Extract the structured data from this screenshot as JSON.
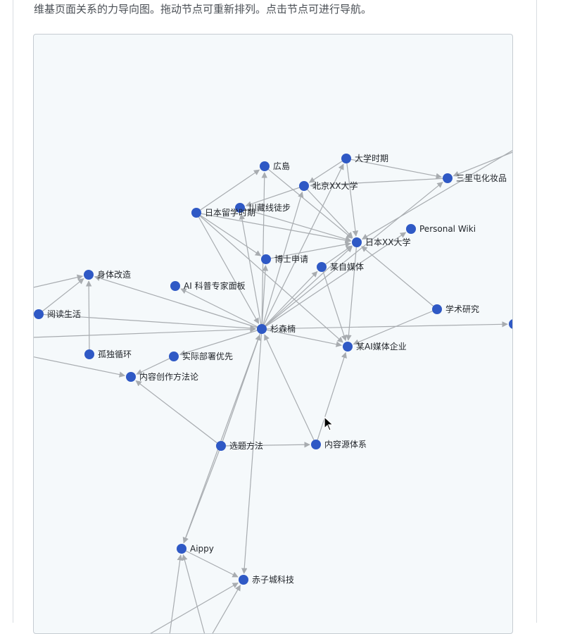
{
  "page": {
    "description": "维基页面关系的力导向图。拖动节点可重新排列。点击节点可进行导航。"
  },
  "graph": {
    "node_color": "#2f59c5",
    "edge_color": "#a8acb0",
    "panel_background": "#f5f9fb",
    "nodes": [
      {
        "id": "n-guangdao",
        "label": "広島"
      },
      {
        "id": "n-daxue",
        "label": "大学时期"
      },
      {
        "id": "n-beijing",
        "label": "北京XX大学"
      },
      {
        "id": "n-sanlitun",
        "label": "三里屯化妆品"
      },
      {
        "id": "n-chuanzang",
        "label": "川藏线徒步"
      },
      {
        "id": "n-riben-liuxue",
        "label": "日本留学时期"
      },
      {
        "id": "n-personal-wiki",
        "label": "Personal Wiki"
      },
      {
        "id": "n-riben-daxue",
        "label": "日本XX大学"
      },
      {
        "id": "n-boshi",
        "label": "博士申请"
      },
      {
        "id": "n-mouzimeiti",
        "label": "某自媒体"
      },
      {
        "id": "n-shenti",
        "label": "身体改造"
      },
      {
        "id": "n-ai-kepu",
        "label": "AI 科普专家面板"
      },
      {
        "id": "n-yuedu",
        "label": "阅读生活"
      },
      {
        "id": "n-xueshu",
        "label": "学术研究"
      },
      {
        "id": "n-shansennan",
        "label": "杉森楠"
      },
      {
        "id": "n-right-edge",
        "label": ""
      },
      {
        "id": "n-gudu",
        "label": "孤独循环"
      },
      {
        "id": "n-shiji",
        "label": "实际部署优先"
      },
      {
        "id": "n-ai-meiti",
        "label": "某AI媒体企业"
      },
      {
        "id": "n-neirong-chuangzuo",
        "label": "内容创作方法论"
      },
      {
        "id": "n-xuanti",
        "label": "选题方法"
      },
      {
        "id": "n-neirongyuan",
        "label": "内容源体系"
      },
      {
        "id": "n-aippy",
        "label": "Aippy"
      },
      {
        "id": "n-chizicheng",
        "label": "赤子城科技"
      }
    ]
  }
}
